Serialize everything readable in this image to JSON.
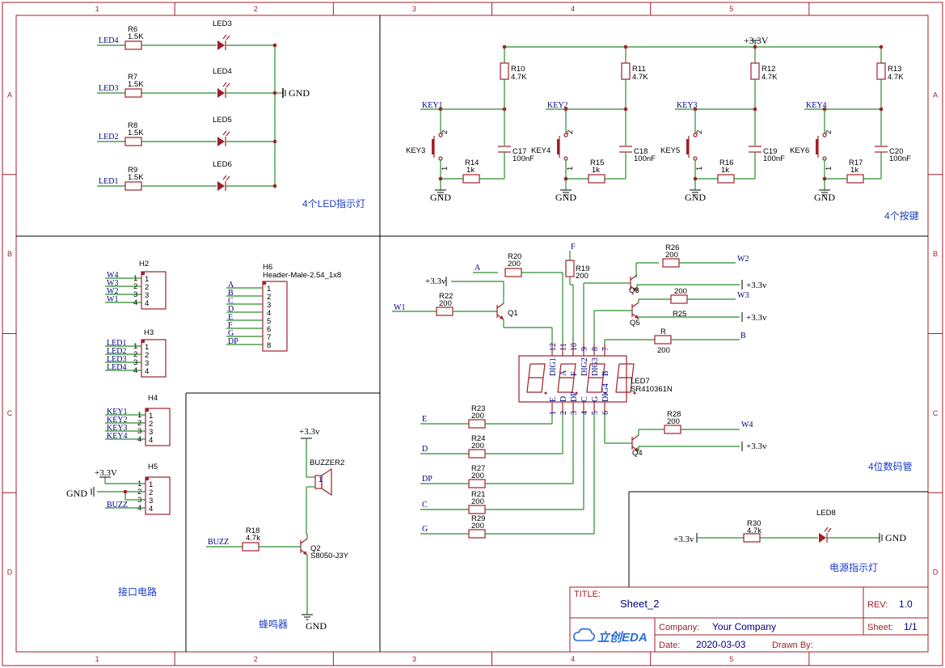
{
  "frame": {
    "columns": [
      "1",
      "2",
      "3",
      "4",
      "5"
    ],
    "rows": [
      "A",
      "B",
      "C",
      "D"
    ]
  },
  "sections": {
    "led": "4个LED指示灯",
    "keys": "4个按键",
    "display": "4位数码管",
    "interface": "接口电路",
    "buzzer": "蜂鸣器",
    "power_led": "电源指示灯"
  },
  "leds": [
    {
      "net": "LED4",
      "res": "R6",
      "rv": "1.5K",
      "led": "LED3"
    },
    {
      "net": "LED3",
      "res": "R7",
      "rv": "1.5K",
      "led": "LED4"
    },
    {
      "net": "LED2",
      "res": "R8",
      "rv": "1.5K",
      "led": "LED5"
    },
    {
      "net": "LED1",
      "res": "R9",
      "rv": "1.5K",
      "led": "LED6"
    }
  ],
  "gnd": "GND",
  "vcc": "+3.3V",
  "vcc_lower": "+3.3v",
  "keys": [
    {
      "net": "KEY1",
      "sw": "KEY3",
      "pr": "R10",
      "prv": "4.7K",
      "sr": "R14",
      "srv": "1k",
      "cap": "C17",
      "capv": "100nF"
    },
    {
      "net": "KEY2",
      "sw": "KEY4",
      "pr": "R11",
      "prv": "4.7K",
      "sr": "R15",
      "srv": "1k",
      "cap": "C18",
      "capv": "100nF"
    },
    {
      "net": "KEY3",
      "sw": "KEY5",
      "pr": "R12",
      "prv": "4.7K",
      "sr": "R16",
      "srv": "1k",
      "cap": "C19",
      "capv": "100nF"
    },
    {
      "net": "KEY4",
      "sw": "KEY6",
      "pr": "R13",
      "prv": "4.7K",
      "sr": "R17",
      "srv": "1k",
      "cap": "C20",
      "capv": "100nF"
    }
  ],
  "headers": {
    "h2": {
      "name": "H2",
      "nets": [
        "W4",
        "W3",
        "W2",
        "W1"
      ]
    },
    "h3": {
      "name": "H3",
      "nets": [
        "LED1",
        "LED2",
        "LED3",
        "LED4"
      ]
    },
    "h4": {
      "name": "H4",
      "nets": [
        "KEY1",
        "KEY2",
        "KEY3",
        "KEY4"
      ]
    },
    "h5": {
      "name": "H5",
      "nets": [
        "+3.3V",
        "GND",
        "",
        "BUZZ"
      ]
    },
    "h6": {
      "name": "H6",
      "value": "Header-Male-2.54_1x8",
      "nets": [
        "A",
        "B",
        "C",
        "D",
        "E",
        "F",
        "G",
        "DP"
      ]
    }
  },
  "pins": [
    "1",
    "2",
    "3",
    "4",
    "5",
    "6",
    "7",
    "8"
  ],
  "buzzer": {
    "name": "BUZZER2",
    "res": "R18",
    "rv": "4.7k",
    "q": "Q2",
    "qv": "S8050-J3Y",
    "net": "BUZZ"
  },
  "display": {
    "name": "LED7",
    "value": "SR410361N",
    "top_pins": [
      "12",
      "11",
      "10",
      "9",
      "8",
      "7"
    ],
    "top_names": [
      "DIG1",
      "A",
      "F",
      "DIG2",
      "DIG3",
      "B"
    ],
    "bot_pins": [
      "1",
      "2",
      "3",
      "4",
      "5",
      "6"
    ],
    "bot_names": [
      "E",
      "D",
      "DP",
      "C",
      "G",
      "DIG4"
    ],
    "left_res": [
      {
        "net": "E",
        "res": "R23",
        "rv": "200"
      },
      {
        "net": "D",
        "res": "R24",
        "rv": "200"
      },
      {
        "net": "DP",
        "res": "R27",
        "rv": "200"
      },
      {
        "net": "C",
        "res": "R21",
        "rv": "200"
      },
      {
        "net": "G",
        "res": "R29",
        "rv": "200"
      }
    ],
    "r20": {
      "res": "R20",
      "rv": "200",
      "net": "A"
    },
    "r19": {
      "res": "R19",
      "rv": "200",
      "net": "F"
    },
    "r22": {
      "res": "R22",
      "rv": "200",
      "net": "W1"
    },
    "q1": "Q1",
    "r26": {
      "res": "R26",
      "rv": "200",
      "net": "W2"
    },
    "q3": "Q3",
    "r25": {
      "res": "R25",
      "rv": "200",
      "net": "W3"
    },
    "q5": "Q5",
    "rb": {
      "res": "R",
      "rv": "200",
      "net": "B"
    },
    "r28": {
      "res": "R28",
      "rv": "200",
      "net": "W4"
    },
    "q4": "Q4"
  },
  "power_led": {
    "res": "R30",
    "rv": "4.7k",
    "led": "LED8"
  },
  "title_block": {
    "title_label": "TITLE:",
    "title": "Sheet_2",
    "rev_label": "REV:",
    "rev": "1.0",
    "company_label": "Company:",
    "company": "Your Company",
    "sheet_label": "Sheet:",
    "sheet": "1/1",
    "date_label": "Date:",
    "date": "2020-03-03",
    "drawn_label": "Drawn By:",
    "logo_text": "立创EDA"
  },
  "colors": {
    "wire": "#2a8c2a",
    "part": "#a0202a",
    "label": "#000080",
    "frame": "#a0202a",
    "section": "#1a3cc8"
  }
}
